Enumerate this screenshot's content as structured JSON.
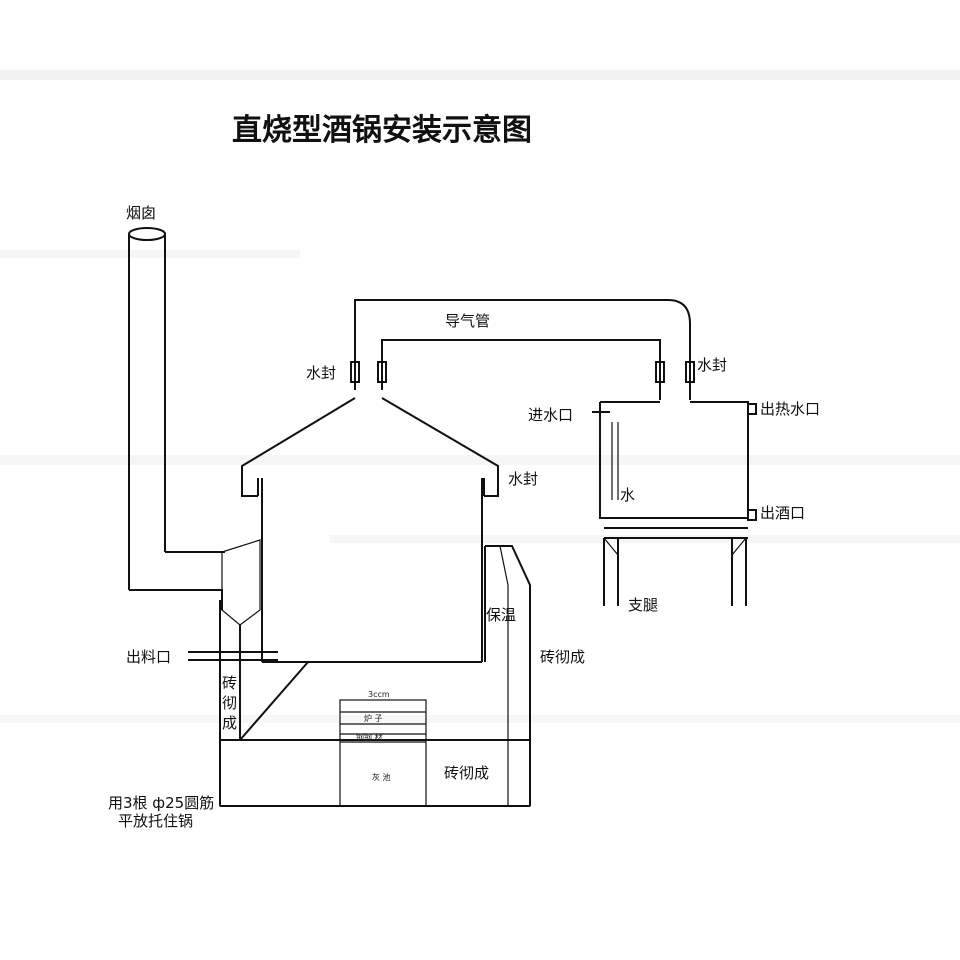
{
  "diagram": {
    "title": "直烧型酒锅安装示意图",
    "labels": {
      "chimney": "烟囱",
      "gas_pipe": "导气管",
      "water_seal_left": "水封",
      "water_seal_right": "水封",
      "water_seal_rim": "水封",
      "water_inlet": "进水口",
      "hot_water_outlet": "出热水口",
      "water": "水",
      "liquor_outlet": "出酒口",
      "support_legs": "支腿",
      "insulation": "保温",
      "brick_right": "砖彻成",
      "brick_left": "砖彻成",
      "brick_bottom": "砖彻成",
      "discharge_port": "出料口",
      "grate_size": "3ccm",
      "fire_door": "炉 子",
      "grate_spec": "钢钢 材",
      "ash_pit": "灰 池",
      "support_note_line1": "用3根 ф25圆筋",
      "support_note_line2": "平放托住锅"
    }
  }
}
